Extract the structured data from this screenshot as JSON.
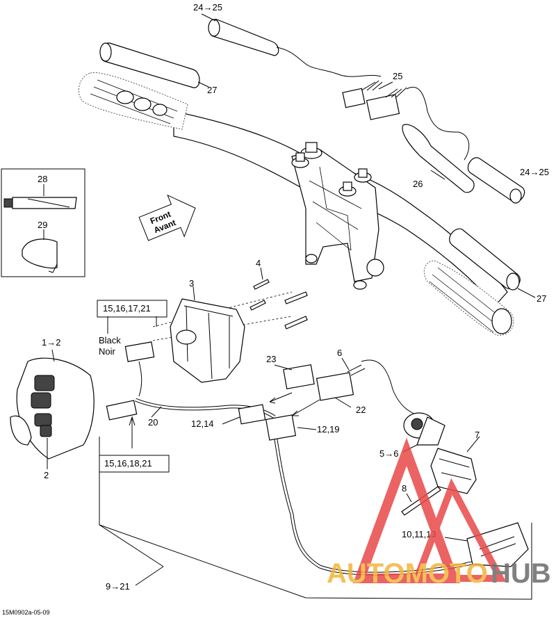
{
  "callouts": {
    "c24_25_top": "24→25",
    "c27_top": "27",
    "c25": "25",
    "c24_25_right": "24→25",
    "c26": "26",
    "c28": "28",
    "c29": "29",
    "c4": "4",
    "c3": "3",
    "c27_right": "27",
    "c15_16_17_21": "15,16,17,21",
    "black": "Black",
    "noir": "Noir",
    "c1_2": "1→2",
    "c23": "23",
    "c6": "6",
    "c22": "22",
    "c20": "20",
    "c12_14": "12,14",
    "c12_19": "12,19",
    "c5_6": "5→6",
    "c7": "7",
    "c15_16_18_21": "15,16,18,21",
    "c2": "2",
    "c8": "8",
    "c10_11_13": "10,11,13",
    "c9_21": "9→21"
  },
  "front_arrow": {
    "line1": "Front",
    "line2": "Avant"
  },
  "figure_code": "15M0902a-05-09",
  "watermark": {
    "part1": "AUTOMOTO",
    "part2": "HUB",
    "color_red": "#e84848",
    "color_yellow": "#f4b43a",
    "color_grey": "#6b6b6b"
  }
}
